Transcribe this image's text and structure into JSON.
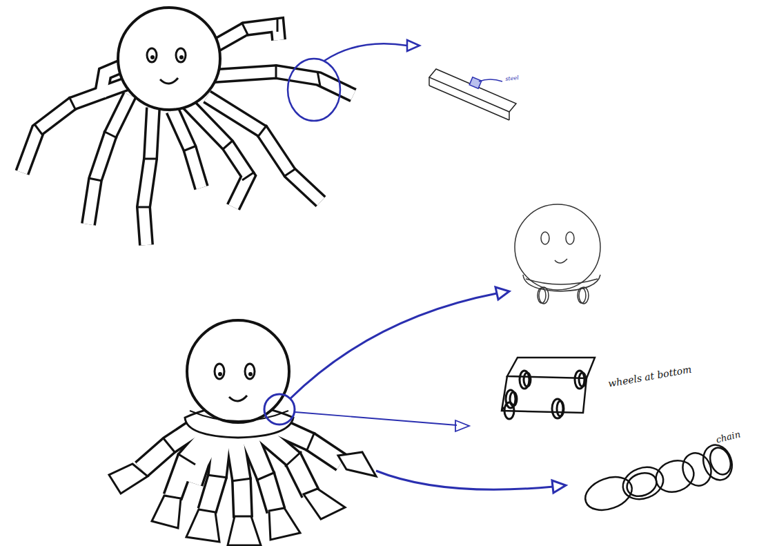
{
  "diagram": {
    "labels": [
      "steel",
      "wheels at bottom",
      "chain"
    ]
  }
}
